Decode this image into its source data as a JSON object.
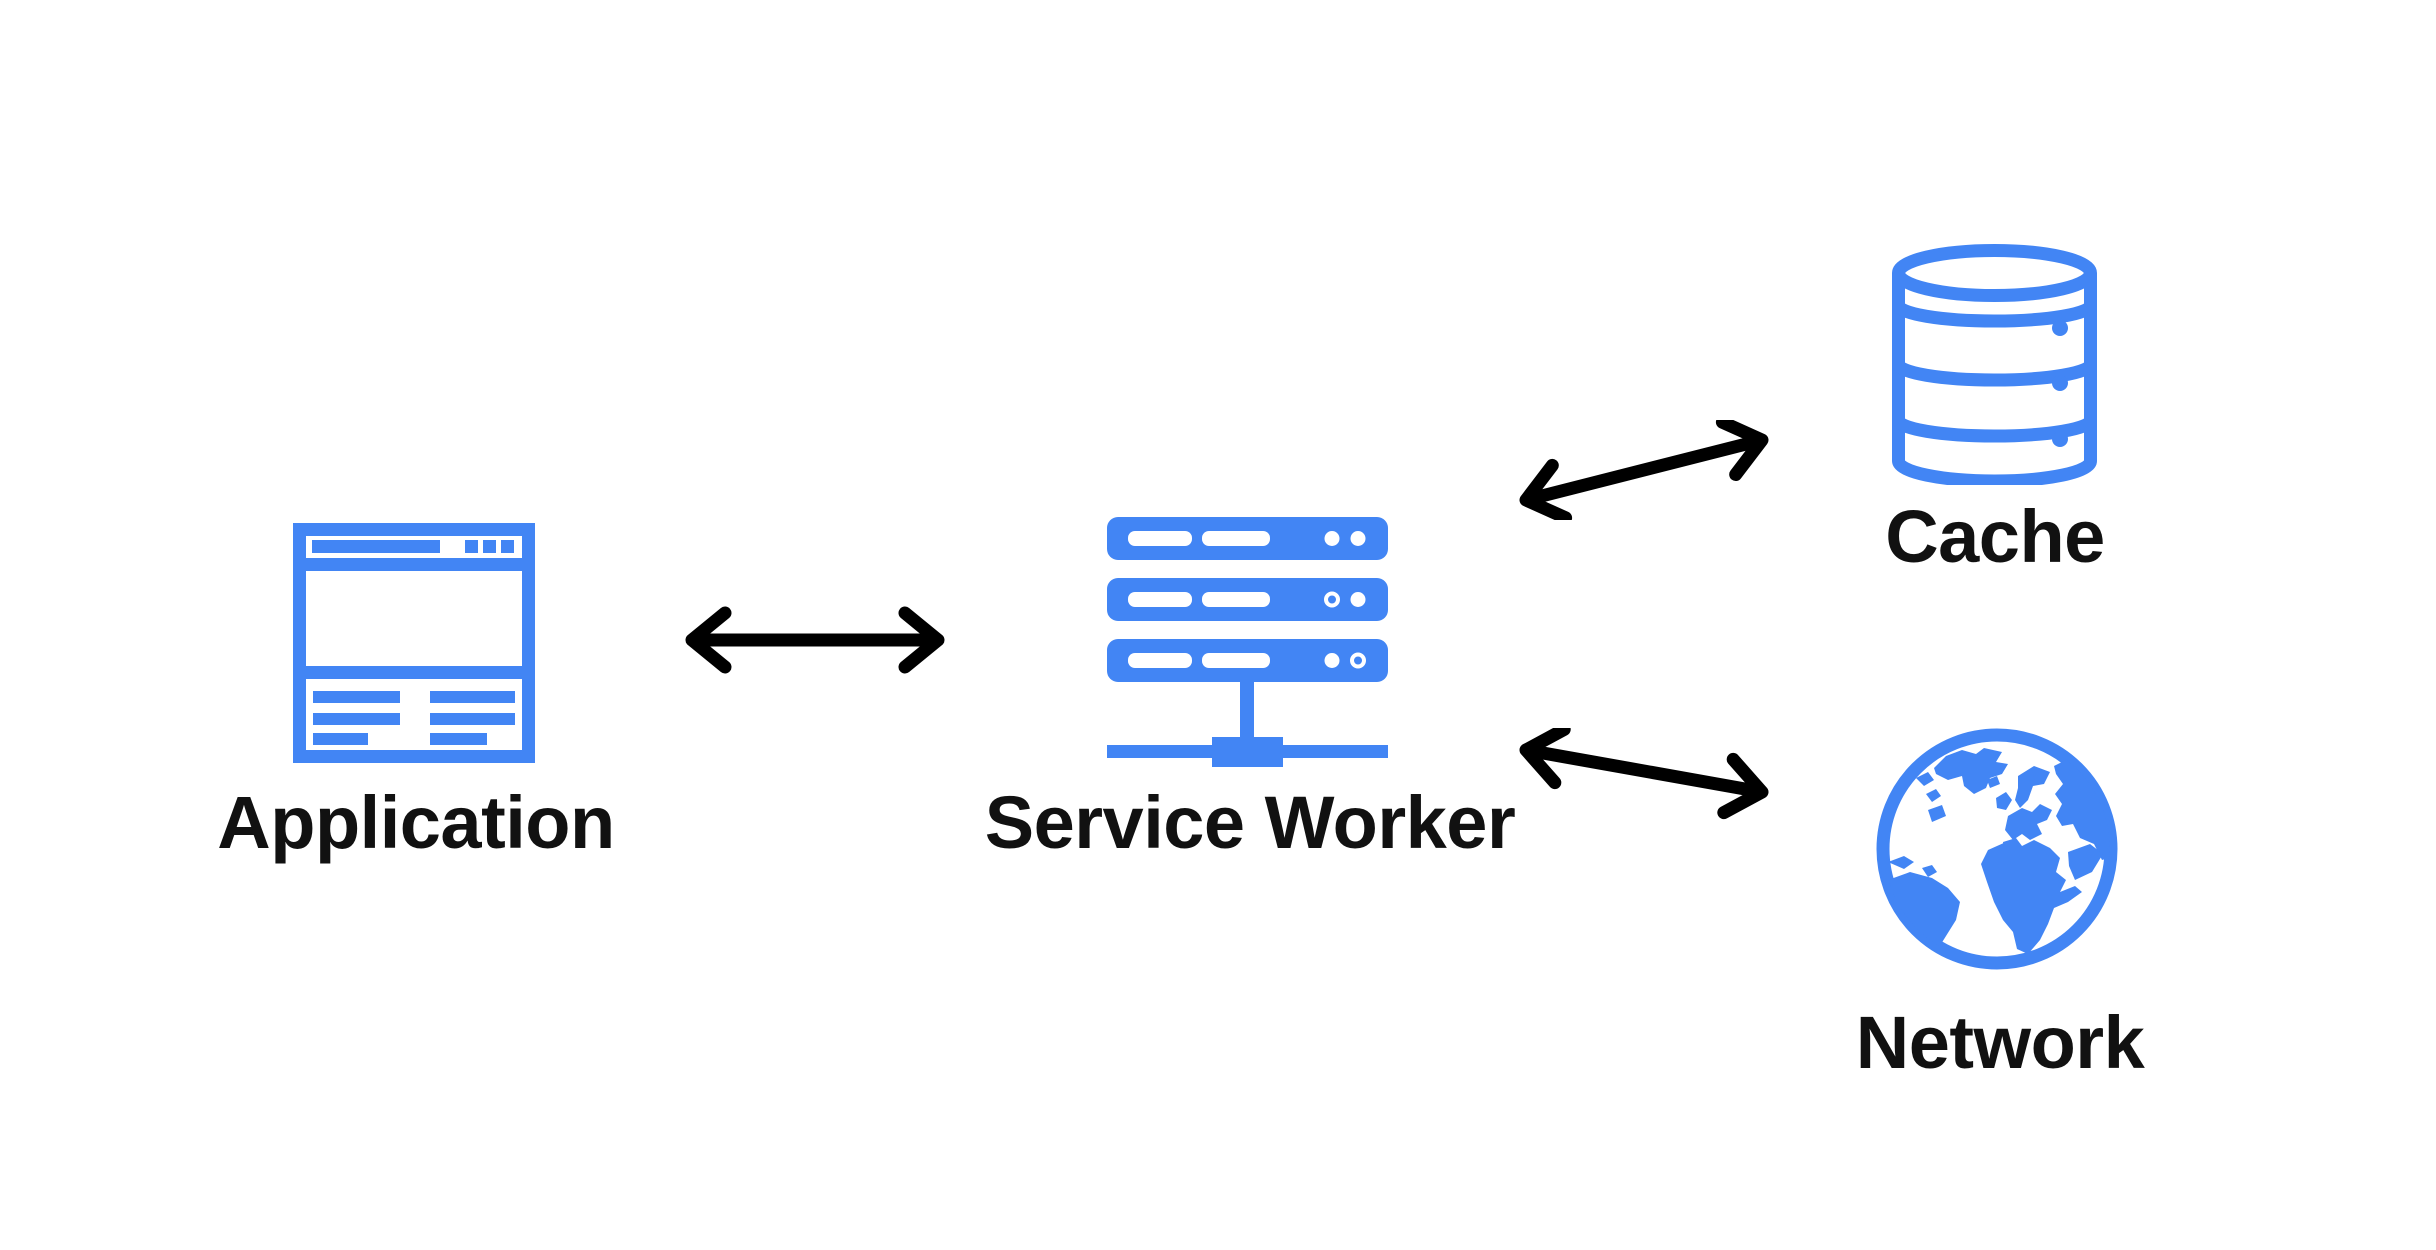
{
  "colors": {
    "accent": "#4285F4",
    "arrow": "#000000",
    "label": "#111111",
    "background": "#FFFFFF"
  },
  "nodes": [
    {
      "id": "application",
      "label": "Application",
      "icon": "browser-window-icon"
    },
    {
      "id": "service_worker",
      "label": "Service Worker",
      "icon": "server-stack-icon"
    },
    {
      "id": "cache",
      "label": "Cache",
      "icon": "database-cylinder-icon"
    },
    {
      "id": "network",
      "label": "Network",
      "icon": "globe-icon"
    }
  ],
  "edges": [
    {
      "from": "Application",
      "to": "Service Worker",
      "style": "double-headed-arrow"
    },
    {
      "from": "Service Worker",
      "to": "Cache",
      "style": "double-headed-arrow"
    },
    {
      "from": "Service Worker",
      "to": "Network",
      "style": "double-headed-arrow"
    }
  ]
}
